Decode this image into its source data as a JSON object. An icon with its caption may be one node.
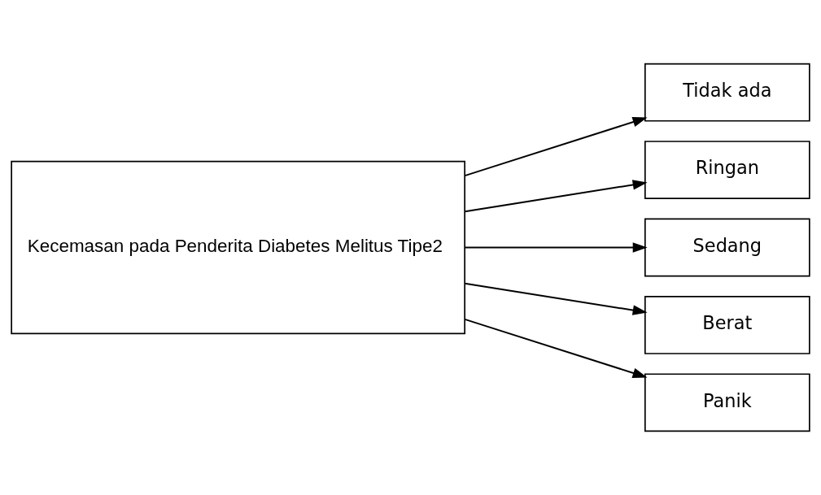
{
  "diagram": {
    "nodes": [
      {
        "text": [
          "Kecemasan pada Penderita Diabetes Melitus Tipe2"
        ]
      },
      {
        "text": [
          "Tidak ada"
        ]
      },
      {
        "text": [
          "Ringan"
        ]
      },
      {
        "text": [
          "Sedang"
        ]
      },
      {
        "text": [
          "Berat"
        ]
      },
      {
        "text": [
          "Panik"
        ]
      }
    ],
    "edges": [
      {
        "from": 0,
        "to": 1,
        "arrow": "to"
      },
      {
        "from": 0,
        "to": 2,
        "arrow": "to"
      },
      {
        "from": 0,
        "to": 3,
        "arrow": "to"
      },
      {
        "from": 0,
        "to": 4,
        "arrow": "to"
      },
      {
        "from": 0,
        "to": 5,
        "arrow": "to"
      }
    ]
  }
}
